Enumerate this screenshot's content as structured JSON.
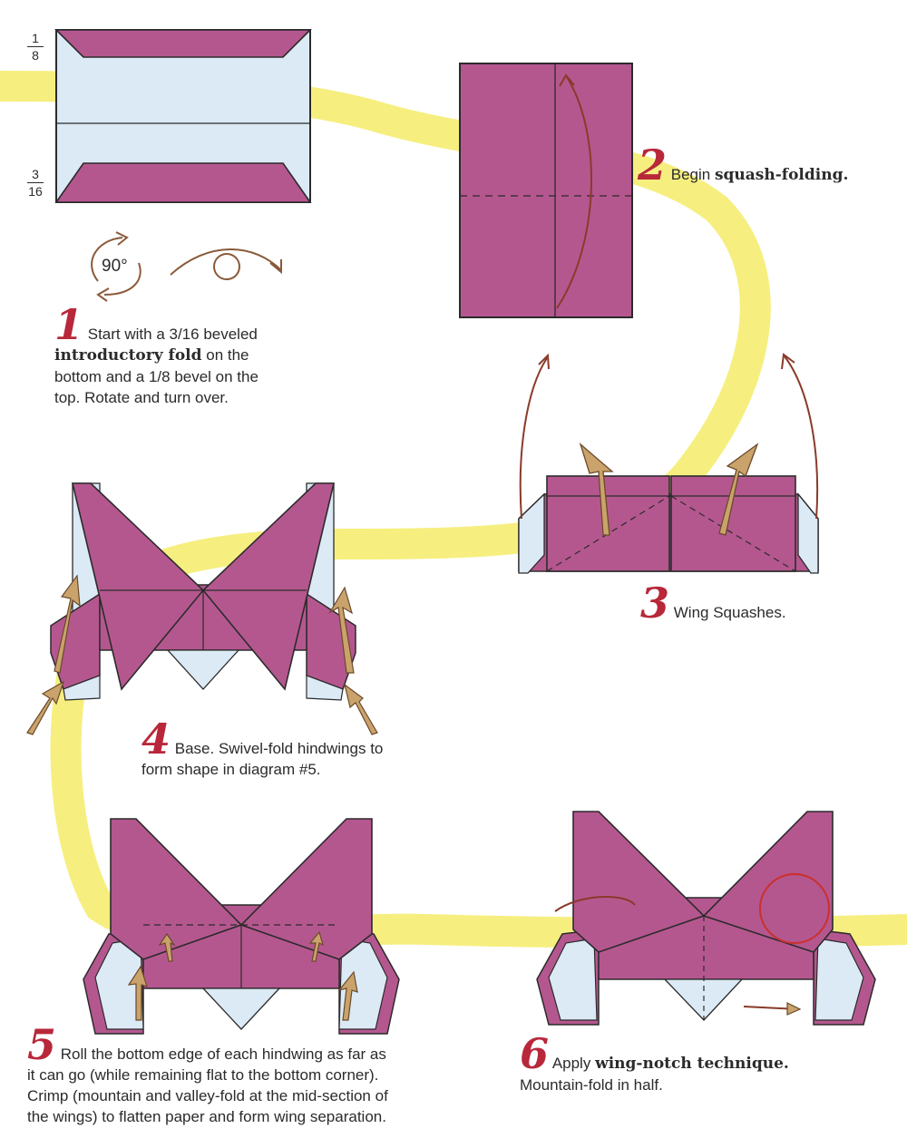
{
  "colors": {
    "paper": "#b5578f",
    "paper_light": "#dceaf6",
    "path": "#f6ef7f",
    "accent": "#b8283a",
    "arrow": "#a8774f",
    "line": "#2b2b2b"
  },
  "labels": {
    "frac_top_num": "1",
    "frac_top_den": "8",
    "frac_bot_num": "3",
    "frac_bot_den": "16",
    "rotate": "90°"
  },
  "steps": [
    {
      "number": "1",
      "text_a": "Start with a 3/16 beveled",
      "bold": "introductory fold",
      "text_b": " on the",
      "text_c": "bottom and a 1/8 bevel on the",
      "text_d": "top. Rotate and turn over."
    },
    {
      "number": "2",
      "text_a": "Begin ",
      "bold": "squash-folding."
    },
    {
      "number": "3",
      "text_a": "Wing Squashes."
    },
    {
      "number": "4",
      "text_a": "Base. Swivel-fold hindwings to",
      "text_b": "form shape in diagram #5."
    },
    {
      "number": "5",
      "text_a": "Roll the bottom edge of each hindwing as far as",
      "text_b": "it can go (while remaining flat to the bottom corner).",
      "text_c": "Crimp (mountain and valley-fold at the mid-section of",
      "text_d": "the wings) to flatten paper and form wing separation."
    },
    {
      "number": "6",
      "text_a": "Apply ",
      "bold": "wing-notch technique.",
      "text_b": "Mountain-fold in half."
    }
  ]
}
